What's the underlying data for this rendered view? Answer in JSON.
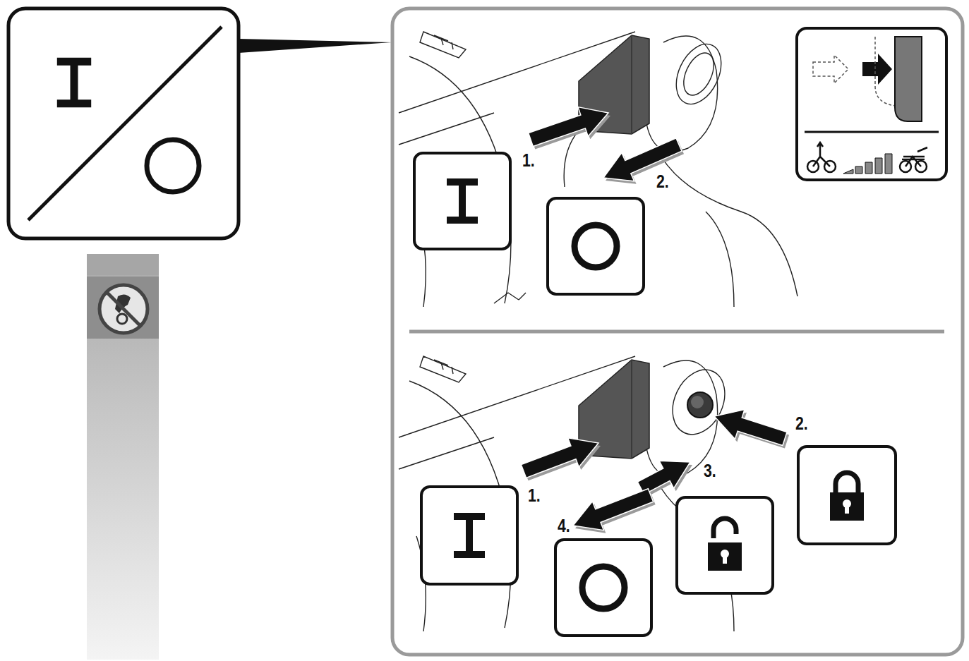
{
  "diagram": {
    "labels": [
      "1.",
      "2.",
      "1.",
      "2.",
      "3.",
      "4."
    ]
  }
}
